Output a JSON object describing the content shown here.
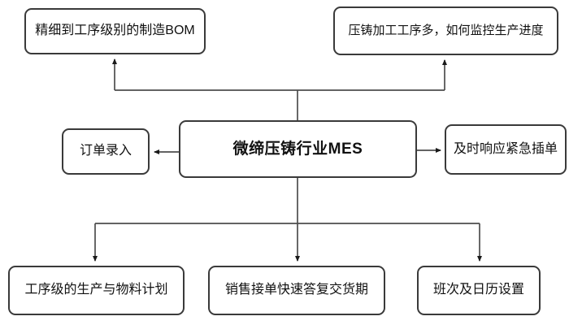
{
  "colors": {
    "background": "#ffffff",
    "connector_line": "#4d4d4d",
    "arrowhead": "#1a1a1a",
    "box_border": "#3a3a3a",
    "box_background": "#ffffff",
    "text": "#111111"
  },
  "diagram": {
    "center": {
      "id": "mes-core",
      "label": "微缔压铸行业MES"
    },
    "nodes": [
      {
        "id": "manufacturing-bom",
        "label": "精细到工序级别的制造BOM",
        "position": "top-left"
      },
      {
        "id": "progress-monitoring",
        "label": "压铸加工工序多，如何监控生产进度",
        "position": "top-right"
      },
      {
        "id": "order-entry",
        "label": "订单录入",
        "position": "middle-left"
      },
      {
        "id": "urgent-order-response",
        "label": "及时响应紧急插单",
        "position": "middle-right"
      },
      {
        "id": "process-level-planning",
        "label": "工序级的生产与物料计划",
        "position": "bottom-left"
      },
      {
        "id": "delivery-date-reply",
        "label": "销售接单快速答复交货期",
        "position": "bottom-middle"
      },
      {
        "id": "shift-calendar-settings",
        "label": "班次及日历设置",
        "position": "bottom-right"
      }
    ],
    "edges": [
      {
        "from": "mes-core",
        "to": "manufacturing-bom"
      },
      {
        "from": "mes-core",
        "to": "progress-monitoring"
      },
      {
        "from": "mes-core",
        "to": "order-entry"
      },
      {
        "from": "mes-core",
        "to": "urgent-order-response"
      },
      {
        "from": "mes-core",
        "to": "process-level-planning"
      },
      {
        "from": "mes-core",
        "to": "delivery-date-reply"
      },
      {
        "from": "mes-core",
        "to": "shift-calendar-settings"
      }
    ]
  }
}
